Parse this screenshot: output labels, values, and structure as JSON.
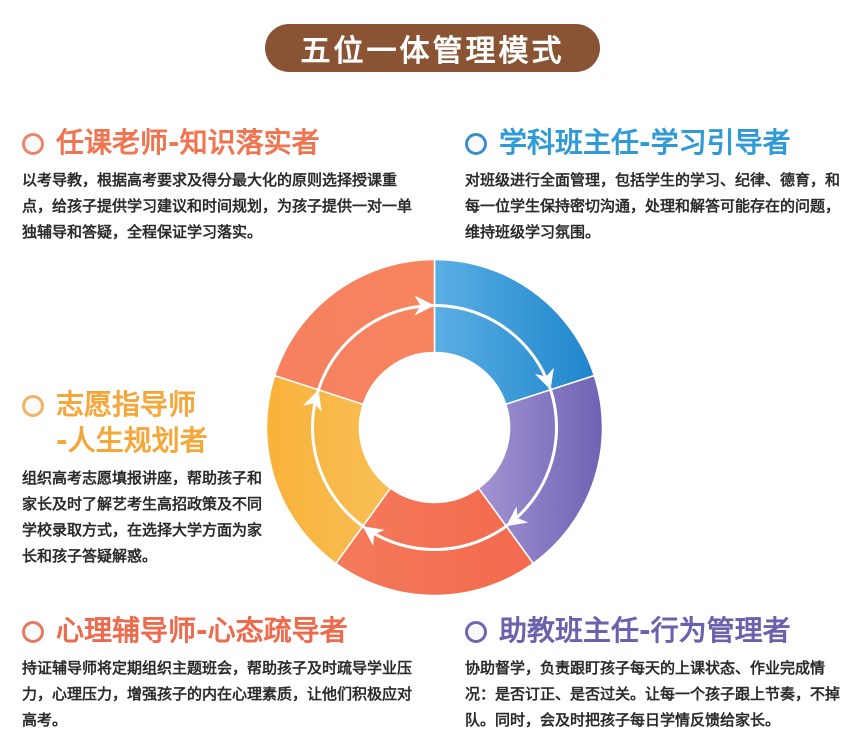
{
  "title": "五位一体管理模式",
  "roles": [
    {
      "id": "teacher",
      "title": "任课老师-知识落实者",
      "color": "#f0744f",
      "ring": "#e9876a",
      "desc": "以考导教，根据高考要求及得分最大化的原则选择授课重点，给孩子提供学习建议和时间规划，为孩子提供一对一单独辅导和答疑，全程保证学习落实。"
    },
    {
      "id": "head-teacher",
      "title": "学科班主任-学习引导者",
      "color": "#2f9ad6",
      "ring": "#3e8fc9",
      "desc": "对班级进行全面管理，包括学生的学习、纪律、德育，和每一位学生保持密切沟通，处理和解答可能存在的问题，维持班级学习氛围。"
    },
    {
      "id": "advisor",
      "title_line1": "志愿指导师",
      "title_line2": "-人生规划者",
      "color": "#f5a73a",
      "ring": "#f2b464",
      "desc": "组织高考志愿填报讲座，帮助孩子和家长及时了解艺考生高招政策及不同学校录取方式，在选择大学方面为家长和孩子答疑解惑。"
    },
    {
      "id": "counselor",
      "title": "心理辅导师-心态疏导者",
      "color": "#ee6a4c",
      "ring": "#e77a62",
      "desc": "持证辅导师将定期组织主题班会，帮助孩子及时疏导学业压力，心理压力，增强孩子的内在心理素质，让他们积极应对高考。"
    },
    {
      "id": "assistant",
      "title": "助教班主任-行为管理者",
      "color": "#6b62ad",
      "ring": "#6e68b0",
      "desc": "协助督学，负责跟盯孩子每天的上课状态、作业完成情况：是否订正、是否过关。让每一个孩子跟上节奏，不掉队。同时，会及时把孩子每日学情反馈给家长。"
    }
  ],
  "donut": {
    "segments": [
      {
        "name": "teacher",
        "color": "#f57f5e"
      },
      {
        "name": "head-teacher",
        "color": "#3d9ddc"
      },
      {
        "name": "assistant",
        "color": "#7e72bd"
      },
      {
        "name": "counselor",
        "color": "#f36f52"
      },
      {
        "name": "advisor",
        "color": "#f7b440"
      }
    ]
  }
}
